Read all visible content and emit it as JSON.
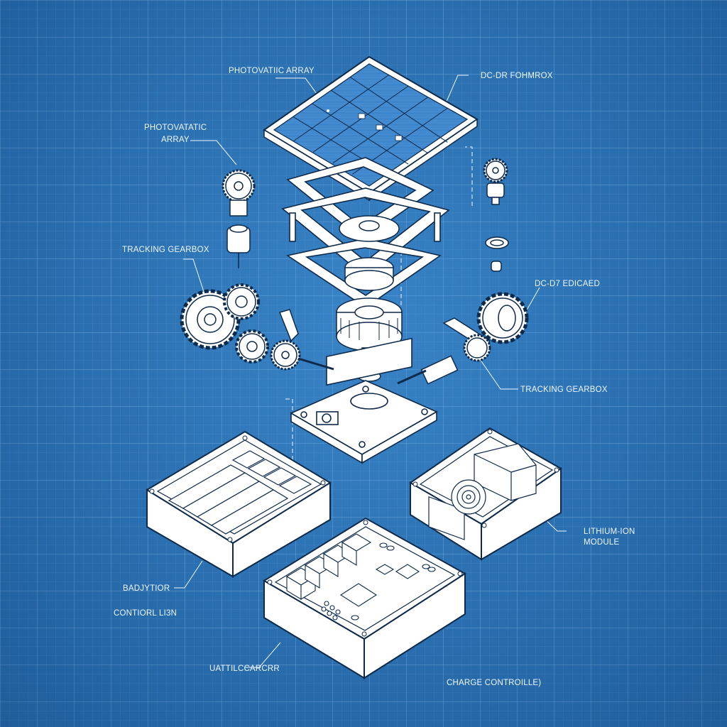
{
  "diagram": {
    "style": "blueprint exploded isometric view",
    "colors": {
      "background": "#2a6fae",
      "grid": "#8cbeeb",
      "line": "#0e2a4a",
      "fill": "#ffffff",
      "panel": "#3d86cc",
      "label": "#eef6ff"
    },
    "labels": [
      {
        "id": "photovoltaic-array-top",
        "text": "PHOTOVATIIC ARRAY"
      },
      {
        "id": "dc-dr-enclosure-top",
        "text": "DC-DR FOHMROX"
      },
      {
        "id": "photovoltaic-array-left-line1",
        "text": "PHOTOVATATIC"
      },
      {
        "id": "photovoltaic-array-left-line2",
        "text": "ARRAY"
      },
      {
        "id": "tracking-gearbox-left",
        "text": "TRACKING GEARBOX"
      },
      {
        "id": "dc-dc-right",
        "text": "DC-D7 EDICAED"
      },
      {
        "id": "tracking-gearbox-right",
        "text": "TRACKING GEARBOX"
      },
      {
        "id": "lithium-ion-line1",
        "text": "LITHIUM-ION"
      },
      {
        "id": "lithium-ion-line2",
        "text": "MODULE"
      },
      {
        "id": "battery-label",
        "text": "BADJYTIOR"
      },
      {
        "id": "controller-label",
        "text": "CONTIORL LI3N"
      },
      {
        "id": "battery-controller-bottom",
        "text": "UATTILCCARCRR"
      },
      {
        "id": "charge-controller-bottom",
        "text": "CHARGE CONTROILLE)"
      }
    ],
    "components": [
      {
        "id": "solar-panel",
        "name": "Photovoltaic array (5x5 cells, 3 white marker squares)"
      },
      {
        "id": "mounting-frames",
        "name": "Stacked mounting frames (3)"
      },
      {
        "id": "central-gear-stack",
        "name": "Central gear/shaft assembly"
      },
      {
        "id": "left-gear-train",
        "name": "Left tracking gear train"
      },
      {
        "id": "right-gear-train",
        "name": "Right tracking gear + motor"
      },
      {
        "id": "base-plate",
        "name": "Tracker base plate"
      },
      {
        "id": "battery-enclosure",
        "name": "Battery enclosure with cells"
      },
      {
        "id": "lithium-ion-enclosure",
        "name": "Lithium-ion module enclosure with fan"
      },
      {
        "id": "charge-controller-enclosure",
        "name": "Charge controller PCB enclosure"
      }
    ]
  }
}
